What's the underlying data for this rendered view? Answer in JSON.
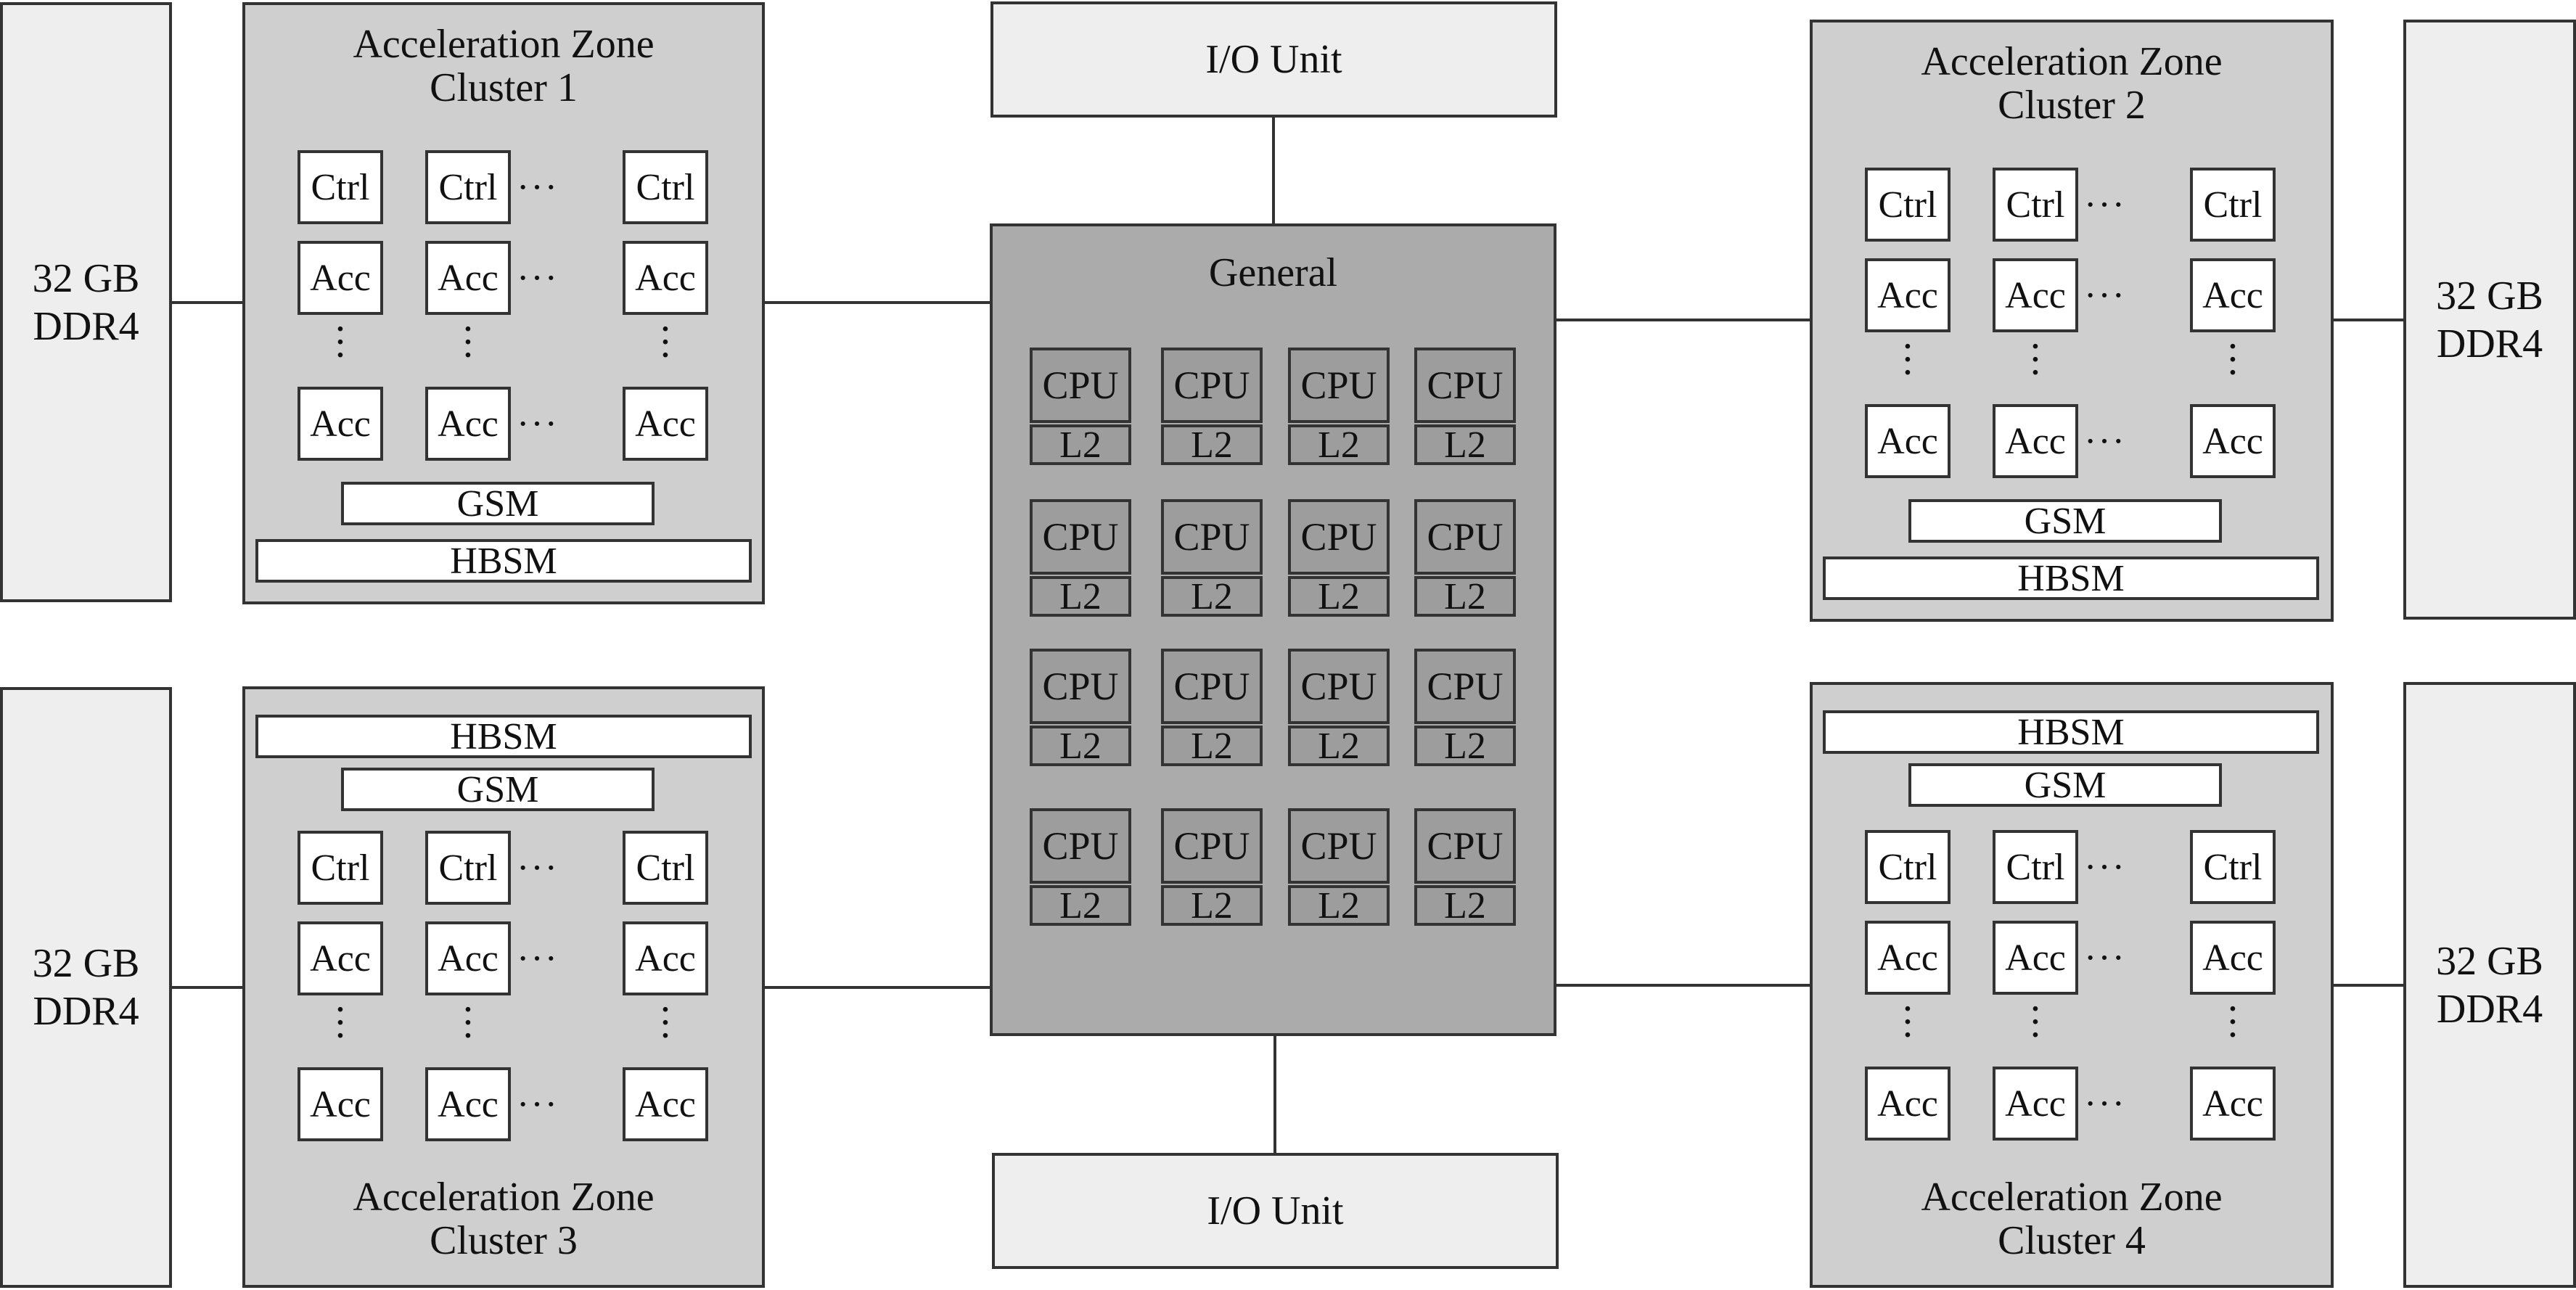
{
  "ddr_label_line1": "32 GB",
  "ddr_label_line2": "DDR4",
  "io_label": "I/O Unit",
  "general": {
    "title": "General",
    "cpu_label": "CPU",
    "l2_label": "L2"
  },
  "cluster_cells": {
    "ctrl": "Ctrl",
    "acc": "Acc",
    "gsm": "GSM",
    "hbsm": "HBSM",
    "h_dots": "···",
    "v_dot": "·"
  },
  "clusters": [
    {
      "title_line1": "Acceleration Zone",
      "title_line2": "Cluster 1"
    },
    {
      "title_line1": "Acceleration Zone",
      "title_line2": "Cluster 2"
    },
    {
      "title_line1": "Acceleration Zone",
      "title_line2": "Cluster 3"
    },
    {
      "title_line1": "Acceleration Zone",
      "title_line2": "Cluster 4"
    }
  ],
  "colors": {
    "ddr_fill": "#eeeeee",
    "cluster_fill": "#cfcfcf",
    "general_fill": "#ababab",
    "cpu_fill": "#9d9d9d",
    "stroke": "#333333"
  }
}
